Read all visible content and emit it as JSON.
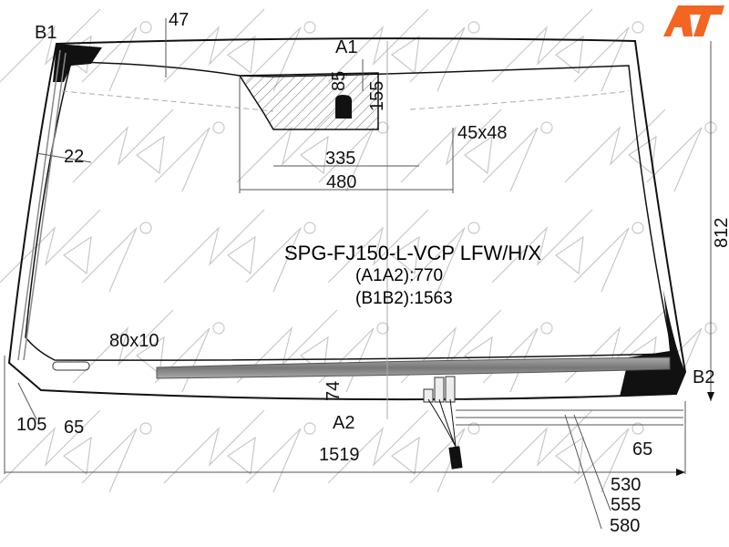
{
  "title": "SPG-FJ150-L-VCP LFW/H/X",
  "lines": [
    "(A1A2):770",
    "(B1B2):1563"
  ],
  "points": {
    "a1": "A1",
    "a2": "A2",
    "b1": "B1",
    "b2": "B2"
  },
  "dimensions": {
    "d47": "47",
    "d85": "85",
    "d155": "155",
    "d45x48": "45x48",
    "d22": "22",
    "d335": "335",
    "d480": "480",
    "d812": "812",
    "d80x10": "80x10",
    "d74": "74",
    "d105": "105",
    "d65_left": "65",
    "d1519": "1519",
    "d65_right": "65",
    "d530": "530",
    "d555": "555",
    "d580": "580"
  },
  "logo": {
    "text": "AT",
    "color": "#f26522"
  },
  "colors": {
    "line": "#111111",
    "watermark": "#c8c8c8",
    "band": "#8a8a8a"
  }
}
